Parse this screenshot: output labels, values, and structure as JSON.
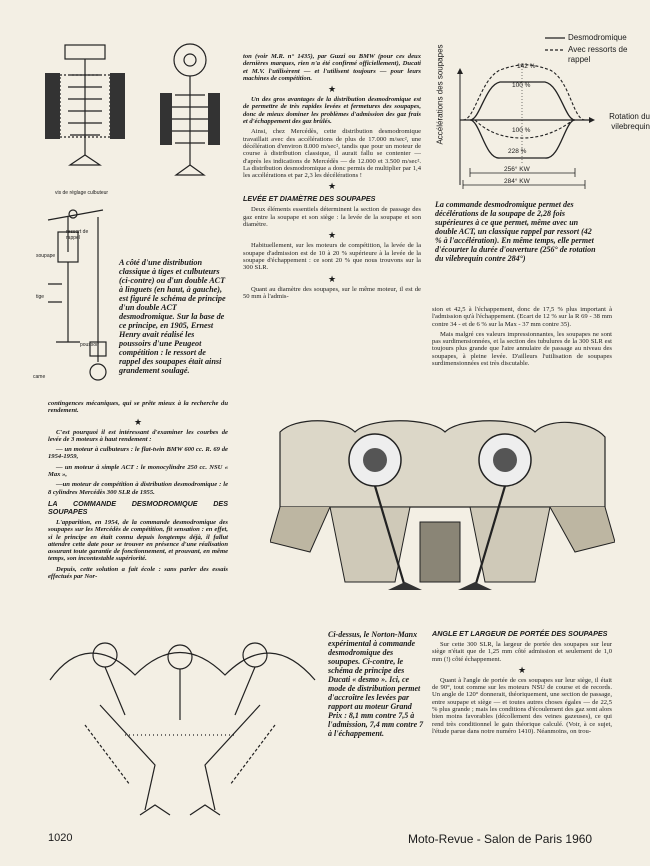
{
  "col_mid_top": [
    "ton (voir M.R. n° 1435), par Guzzi ou BMW (pour ces deux dernières marques, rien n'a été confirmé officiellement), Ducati et M.V. l'utilisèrent — et l'utilisent toujours — pour leurs machines de compétition.",
    "Un des gros avantages de la distribution desmodromique est de permettre de très rapides levées et fermetures des soupapes, donc de mieux dominer les problèmes d'admission des gaz frais et d'échappement des gaz brûlés.",
    "Ainsi, chez Mercédès, cette distribution desmodromique travaillait avec des accélérations de plus de 17.000 m/sec², une décélération d'environ 8.000 m/sec², tandis que pour un moteur de course à distribution classique, il aurait fallu se contenter — d'après les indications de Mercédès — de 12.000 et 3.500 m/sec². La distribution desmodromique a donc permis de multiplier par 1,4 les accélérations et par 2,3 les décélérations !"
  ],
  "head_levee": "LEVÉE ET DIAMÈTRE DES SOUPAPES",
  "col_mid_levee": [
    "Deux éléments essentiels déterminent la section de passage des gaz entre la soupape et son siège : la levée de la soupape et son diamètre.",
    "Habituellement, sur les moteurs de compétition, la levée de la soupape d'admission est de 10 à 20 % supérieure à la levée de la soupape d'échappement : ce sont 20 % que nous trouvons sur la 300 SLR.",
    "Quant au diamètre des soupapes, sur le même moteur, il est de 50 mm à l'admis-"
  ],
  "col_right_top": [
    "sion et 42,5 à l'échappement, donc de 17,5 % plus important à l'admission qu'à l'échappement. (Ecart de 12 % sur la R 69 - 38 mm contre 34 - et de 6 % sur la Max - 37 mm contre 35).",
    "Mais malgré ces valeurs impressionnantes, les soupapes ne sont pas surdimensionnées, et la section des tubulures de la 300 SLR est toujours plus grande que l'aire annulaire de passage au niveau des soupapes, à pleine levée. D'ailleurs l'utilisation de soupapes surdimensionnées est très discutable."
  ],
  "caption_ducati": "A côté d'une distribution classique à tiges et culbuteurs (ci-contre) ou d'un double ACT à linguets (en haut, à gauche), est figuré le schéma de principe d'un double ACT desmodromique. Sur la base de ce principe, en 1905, Ernest Henry avait réalisé les poussoirs d'une Peugeot compétition : le ressort de rappel des soupapes était ainsi grandement soulagé.",
  "col_left": [
    "contingences mécaniques, qui se prête mieux à la recherche du rendement.",
    "C'est pourquoi il est intéressant d'examiner les courbes de levée de 3 moteurs à haut rendement :",
    "— un moteur à culbuteurs : le flat-twin BMW 600 cc. R. 69 de 1954-1959,",
    "— un moteur à simple ACT : le monocylindre 250 cc. NSU « Max »,",
    "—un moteur de compétition à distribution desmodromique : le 8 cylindres Mercédès 300 SLR de 1955."
  ],
  "head_commande": "LA COMMANDE DESMODROMIQUE DES SOUPAPES",
  "col_left_commande": [
    "L'apparition, en 1954, de la commande desmodromique des soupapes sur les Mercédès de compétition, fit sensation : en effet, si le principe en était connu depuis longtemps déjà, il fallut attendre cette date pour se trouver en présence d'une réalisation assurant toute garantie de fonctionnement, et prouvant, en même temps, son incontestable supériorité.",
    "Depuis, cette solution a fait école : sans parler des essais effectués par Nor-"
  ],
  "caption_graph": "La commande desmodromique permet des décélérations de la soupape de 2,28 fois supérieures à ce que permet, même avec un double ACT, un classique rappel par ressort (42 % à l'accélération). En même temps, elle permet d'écourter la durée d'ouverture (256° de rotation du vilebrequin contre 284°)",
  "caption_norton": "Ci-dessus, le Norton-Manx expérimental à commande desmodromique des soupapes. Ci-contre, le schéma de principe des Ducati « desmo ». Ici, ce mode de distribution permet d'accroître les levées par rapport au moteur Grand Prix : 8,1 mm contre 7,5 à l'admission, 7,4 mm contre 7 à l'échappement.",
  "head_angle": "ANGLE ET LARGEUR DE PORTÉE DES SOUPAPES",
  "col_angle": [
    "Sur cette 300 SLR, la largeur de portée des soupapes sur leur siège n'était que de 1,25 mm côté admission et seulement de 1,0 mm (!) côté échappement.",
    "Quant à l'angle de portée de ces soupapes sur leur siège, il était de 90°, tout comme sur les moteurs NSU de course et de records. Un angle de 120° donnerait, théoriquement, une section de passage, entre soupape et siège — et toutes autres choses égales — de 22,5 % plus grande ; mais les conditions d'écoulement des gaz sont alors bien moins favorables (décollement des veines gazeuses), ce qui rend très conditionnel le gain théorique calculé. (Voir, à ce sujet, l'étude parue dans notre numéro 1410). Néanmoins, on trou-"
  ],
  "graph": {
    "legend_desmo": "Desmodromique",
    "legend_ressort": "Avec ressorts de rappel",
    "y_axis_label": "Accélérations des soupapes",
    "x_axis_label": "Rotation du vilebrequin",
    "pct_142": "142 %",
    "pct_100_top": "100 %",
    "pct_100_bot": "100 %",
    "pct_228": "228 %",
    "kw_256": "256° KW",
    "kw_284": "284° KW"
  },
  "fig_labels": {
    "vis_reglage": "vis de réglage culbuteur",
    "ressort": "ressort de rappel",
    "soupape": "soupape",
    "tige": "tige",
    "poussoir": "poussoir",
    "came": "came"
  },
  "footer": {
    "page_number": "1020",
    "publication": "Moto-Revue - Salon de Paris 1960"
  }
}
